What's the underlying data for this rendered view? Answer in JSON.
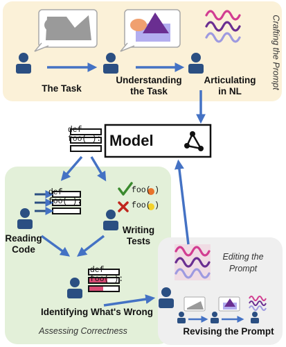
{
  "sections": {
    "crafting": {
      "title": "Crafting the Prompt"
    },
    "assessing": {
      "title": "Assessing Correctness"
    },
    "editing": {
      "title": "Editing the Prompt"
    }
  },
  "steps": {
    "task": "The Task",
    "understanding_1": "Understanding",
    "understanding_2": "the Task",
    "articulating_1": "Articulating",
    "articulating_2": "in NL",
    "reading_1": "Reading",
    "reading_2": "Code",
    "writing_1": "Writing",
    "writing_2": "Tests",
    "identifying": "Identifying What's Wrong",
    "revising": "Revising the Prompt"
  },
  "model": {
    "label": "Model",
    "icon": "network-icon"
  },
  "code": {
    "def_keyword": "def",
    "func_name": "foo( ):",
    "test_call": "foo("
  },
  "colors": {
    "crafting_bg": "#fbf1d8",
    "assessing_bg": "#e3f0d9",
    "editing_bg": "#efefef",
    "person": "#2b4f82",
    "arrow": "#4472c4",
    "check": "#3a8a2e",
    "cross": "#c0261d",
    "wave_purple": "#6a2e91",
    "wave_pink": "#d23d91",
    "wave_lavender": "#9e9ae0"
  }
}
